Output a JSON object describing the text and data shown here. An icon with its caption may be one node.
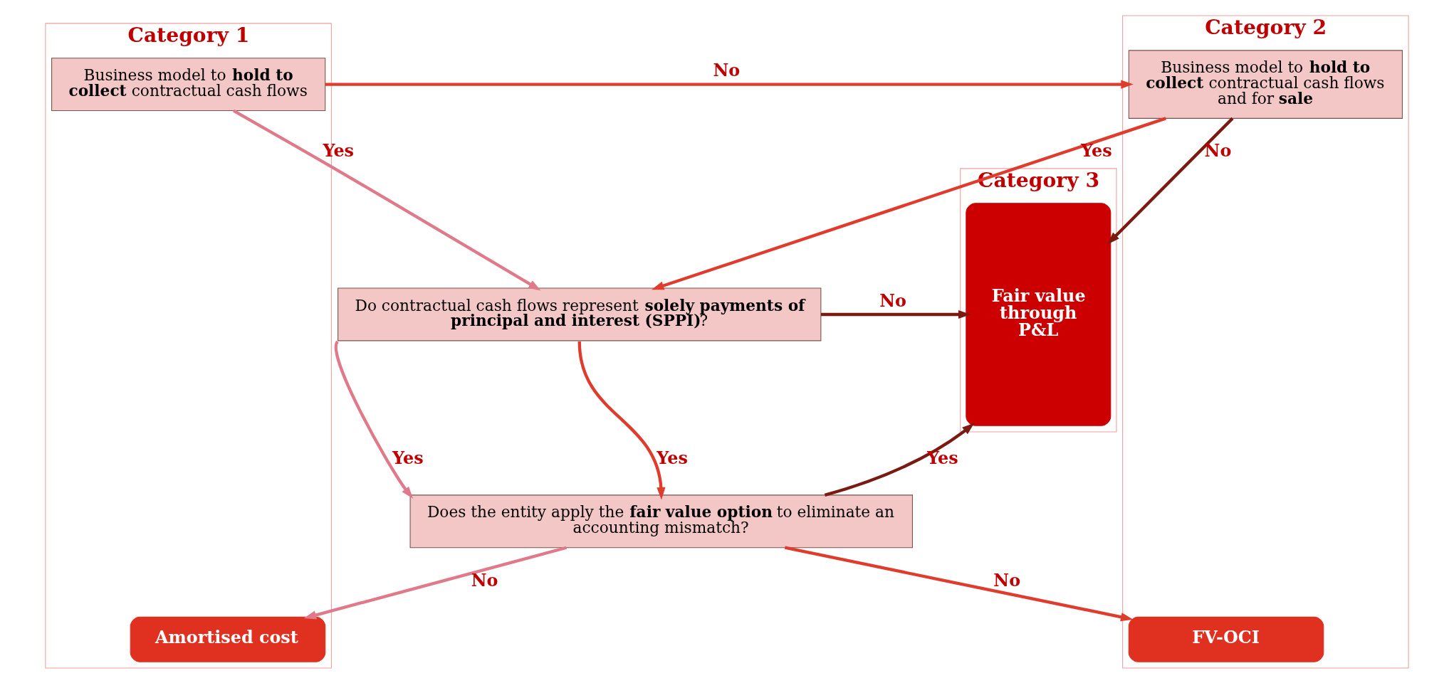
{
  "diagram": {
    "nodes": [
      {
        "text": [
          "Category 1"
        ]
      },
      {
        "text": [
          "Business model to **hold to collect** contractual cash flows"
        ],
        "in": 0
      },
      {
        "text": [
          "Amortised cost"
        ],
        "in": 0
      },
      {
        "text": [
          "Category 2"
        ]
      },
      {
        "text": [
          "Business model to **hold to collect** contractual cash flows and for **sale**"
        ],
        "in": 3
      },
      {
        "text": [
          "FV-OCI"
        ],
        "in": 3
      },
      {
        "text": [
          "Category 3"
        ]
      },
      {
        "text": [
          "Fair value through P&L"
        ],
        "in": 6
      },
      {
        "text": [
          "Do contractual cash flows represent **solely payments of principal and interest (SPPI)**?"
        ]
      },
      {
        "text": [
          "Does the entity apply the **fair value option** to eliminate an accounting mismatch?"
        ]
      }
    ],
    "edges": [
      {
        "from": 1,
        "to": 4,
        "arrow": "to",
        "label": "No",
        "color": "#e03c2d"
      },
      {
        "from": 4,
        "to": 7,
        "arrow": "to",
        "label": "No",
        "color": "#7a1a12"
      },
      {
        "from": 1,
        "to": 8,
        "arrow": "to",
        "label": "Yes",
        "color": "#e07a8a"
      },
      {
        "from": 4,
        "to": 8,
        "arrow": "to",
        "label": "Yes",
        "color": "#e03c2d"
      },
      {
        "from": 8,
        "to": 7,
        "arrow": "to",
        "label": "No",
        "color": "#7a1a12"
      },
      {
        "from": 8,
        "to": 9,
        "arrow": "to",
        "label": "Yes",
        "color": "#e07a8a"
      },
      {
        "from": 8,
        "to": 9,
        "arrow": "to",
        "label": "Yes",
        "color": "#e03c2d"
      },
      {
        "from": 9,
        "to": 7,
        "arrow": "to",
        "label": "Yes",
        "color": "#7a1a12"
      },
      {
        "from": 9,
        "to": 2,
        "arrow": "to",
        "label": "No",
        "color": "#e07a8a"
      },
      {
        "from": 9,
        "to": 5,
        "arrow": "to",
        "label": "No",
        "color": "#e03c2d"
      }
    ]
  }
}
